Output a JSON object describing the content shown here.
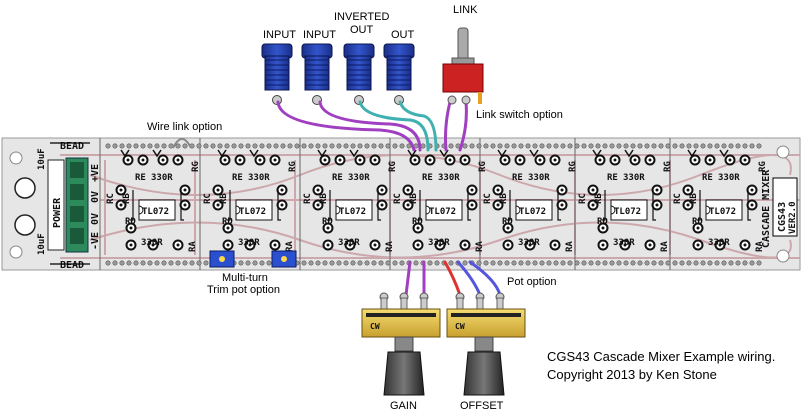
{
  "labels": {
    "input1": "INPUT",
    "input2": "INPUT",
    "inverted_out_line1": "INVERTED",
    "inverted_out_line2": "OUT",
    "out": "OUT",
    "link": "LINK",
    "link_switch_option": "Link switch option",
    "wire_link_option": "Wire link option",
    "multiturn_line1": "Multi-turn",
    "multiturn_line2": "Trim pot option",
    "pot_option": "Pot option",
    "gain": "GAIN",
    "offset": "OFFSET",
    "caption_line1": "CGS43 Cascade Mixer Example wiring.",
    "caption_line2": "Copyright 2013 by Ken Stone"
  },
  "pcb": {
    "bead_top": "BEAD",
    "bead_bottom": "BEAD",
    "power": "POWER",
    "cap_top": "10uF",
    "cap_bottom": "10uF",
    "rail_neg": "-VE",
    "rail_0v_a": "0V",
    "rail_0v_b": "0V",
    "rail_pos": "+VE",
    "ic": "TL072",
    "r330": "330R",
    "re": "RE",
    "rg": "RG",
    "rc": "RC",
    "rb": "RB",
    "rd": "RD",
    "ra": "RA",
    "cw": "CW",
    "board_title": "CASCADE MIXER",
    "board_id": "CGS43",
    "board_ver": "VER2.0"
  },
  "colors": {
    "board": "#e8e8e8",
    "trace": "#c9a3a6",
    "jack_blue": "#2244bb",
    "switch_red": "#cc2222",
    "wire_purple": "#a040c0",
    "wire_cyan": "#40b0b0",
    "wire_red": "#dd3333",
    "wire_blue": "#5555dd",
    "pot_yellow": "#e8c840"
  }
}
